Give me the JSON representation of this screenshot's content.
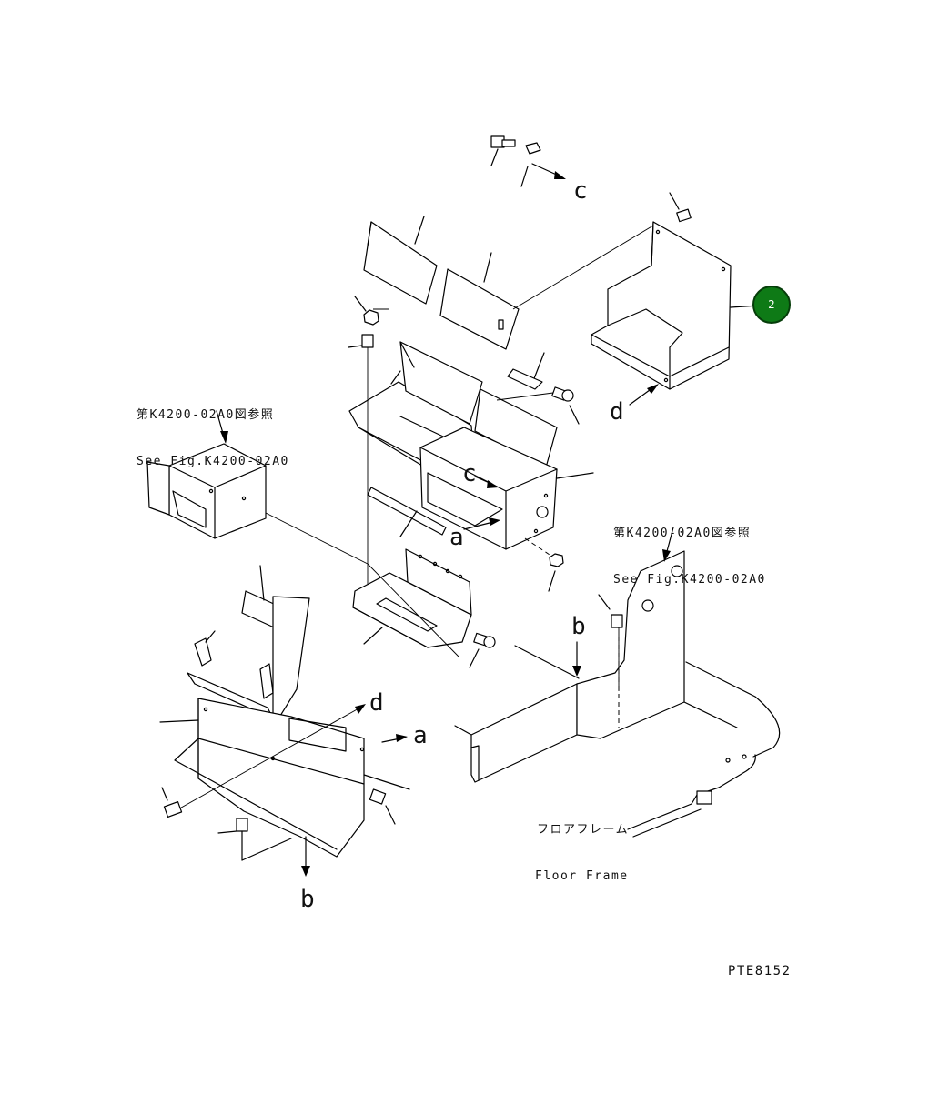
{
  "drawing_id": "PTE8152",
  "callout": {
    "number": "2",
    "color": "#0e7a16"
  },
  "references": {
    "left": {
      "jp": "第K4200-02A0図参照",
      "en": "See Fig.K4200-02A0"
    },
    "right": {
      "jp": "第K4200-02A0図参照",
      "en": "See Fig.K4200-02A0"
    }
  },
  "floor_frame": {
    "jp": "フロアフレーム",
    "en": "Floor Frame"
  },
  "letters": {
    "c_top": "c",
    "c_mid": "c",
    "d_right": "d",
    "d_left": "d",
    "a_mid": "a",
    "a_left": "a",
    "b_right": "b",
    "b_bottom": "b"
  }
}
